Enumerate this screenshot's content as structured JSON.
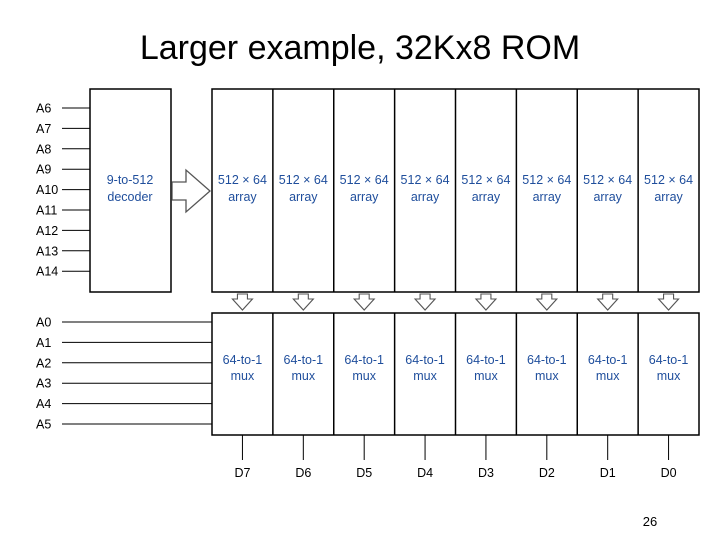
{
  "slide": {
    "title": "Larger example, 32Kx8 ROM",
    "page_number": "26"
  },
  "decoder": {
    "label_line1": "9-to-512",
    "label_line2": "decoder",
    "inputs": [
      "A6",
      "A7",
      "A8",
      "A9",
      "A10",
      "A11",
      "A12",
      "A13",
      "A14"
    ]
  },
  "arrays": {
    "count": 8,
    "label_line1": "512 × 64",
    "label_line2": "array"
  },
  "muxes": {
    "count": 8,
    "label_line1": "64-to-1",
    "label_line2": "mux",
    "select_inputs": [
      "A0",
      "A1",
      "A2",
      "A3",
      "A4",
      "A5"
    ]
  },
  "outputs": [
    "D7",
    "D6",
    "D5",
    "D4",
    "D3",
    "D2",
    "D1",
    "D0"
  ],
  "colors": {
    "label_blue": "#1f4e9c",
    "stroke": "#000000",
    "text": "#000000"
  }
}
